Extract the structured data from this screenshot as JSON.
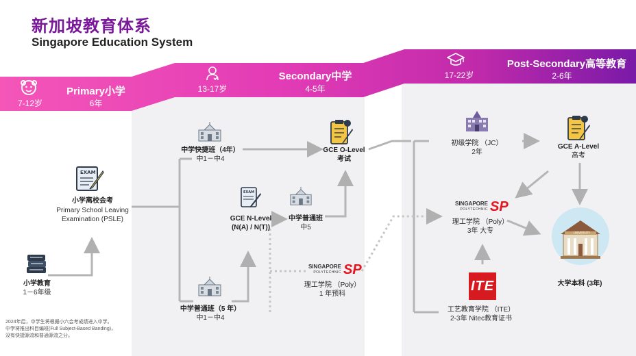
{
  "header": {
    "title_cn": "新加坡教育体系",
    "title_en": "Singapore Education System"
  },
  "stages": {
    "primary": {
      "age": "7-12岁",
      "name": "Primary小学",
      "duration": "6年",
      "icon": "child-face-icon"
    },
    "secondary": {
      "age": "13-17岁",
      "name": "Secondary中学",
      "duration": "4-5年",
      "icon": "student-icon"
    },
    "post_secondary": {
      "age": "17-22岁",
      "name": "Post-Secondary高等教育",
      "duration": "2-6年",
      "icon": "graduation-cap-icon"
    }
  },
  "nodes": {
    "primary_edu": {
      "label": "小学教育",
      "sub": "1－6年级",
      "icon": "books-icon"
    },
    "psle": {
      "label": "小学离校会考",
      "sub1": "Primary School Leaving",
      "sub2": "Examination (PSLE)",
      "icon": "exam-paper-icon"
    },
    "express": {
      "label": "中学快捷班（4年）",
      "sub": "中1－中4",
      "icon": "school-building-icon"
    },
    "normal5": {
      "label": "中学普通班（5 年）",
      "sub": "中1－中4",
      "icon": "school-building-icon"
    },
    "n_level": {
      "label1": "GCE N-Level",
      "label2": "(N(A) / N(T))",
      "icon": "exam-paper-icon"
    },
    "normal_sec5": {
      "label": "中学普通班",
      "sub": "中5",
      "icon": "school-building-icon"
    },
    "o_level": {
      "label1": "GCE O-Level",
      "label2": "考试",
      "icon": "exam-clipboard-icon"
    },
    "poly_foundation": {
      "label": "理工学院 （Poly）",
      "sub": "1 年预科",
      "logo_word": "SINGAPORE",
      "logo_small": "POLYTECHNIC",
      "logo_mark": "SP"
    },
    "jc": {
      "label": "初级学院 （JC）",
      "sub": "2年",
      "icon": "college-building-icon"
    },
    "a_level": {
      "label1": "GCE A-Level",
      "label2": "高考",
      "icon": "exam-clipboard-icon"
    },
    "poly": {
      "label": "理工学院 （Poly）",
      "sub": "3年 大专",
      "logo_word": "SINGAPORE",
      "logo_small": "POLYTECHNIC",
      "logo_mark": "SP"
    },
    "ite": {
      "label": "工艺教育学院 （ITE）",
      "sub": "2-3年 Nitec教育证书",
      "logo": "ITE"
    },
    "university": {
      "label": "大学本科 (3年)",
      "icon": "university-icon"
    }
  },
  "footnote": {
    "line1": "2024年后，中学生将根据小六会考成绩进入中学。",
    "line2": "中学将推出科目编班(Full Subject-Based Banding)，",
    "line3": "没有快捷源流和普通源流之分。"
  },
  "colors": {
    "title": "#7a1a9a",
    "banner_start": "#f24fb6",
    "banner_end": "#7a1aa8",
    "arrow": "#b0b0b0",
    "sp_red": "#e4151f",
    "ite_red": "#d71920"
  }
}
